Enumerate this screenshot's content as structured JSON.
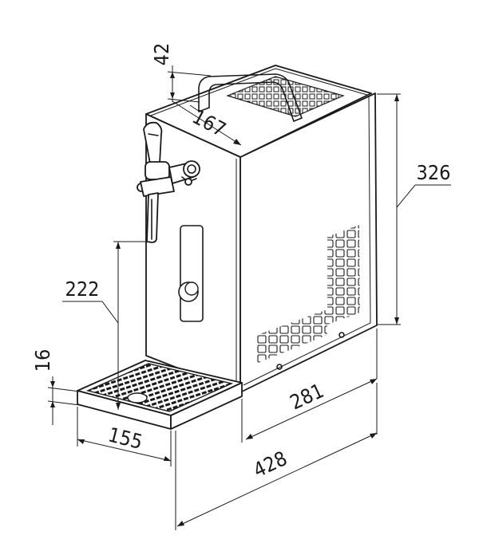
{
  "diagram": {
    "dimensions": {
      "handle_height": "42",
      "top_width": "167",
      "total_height": "326",
      "spout_height": "222",
      "tray_height": "16",
      "tray_depth": "155",
      "body_depth": "281",
      "total_depth": "428"
    }
  },
  "colors": {
    "line": "#1a1a1a",
    "background": "#ffffff"
  }
}
